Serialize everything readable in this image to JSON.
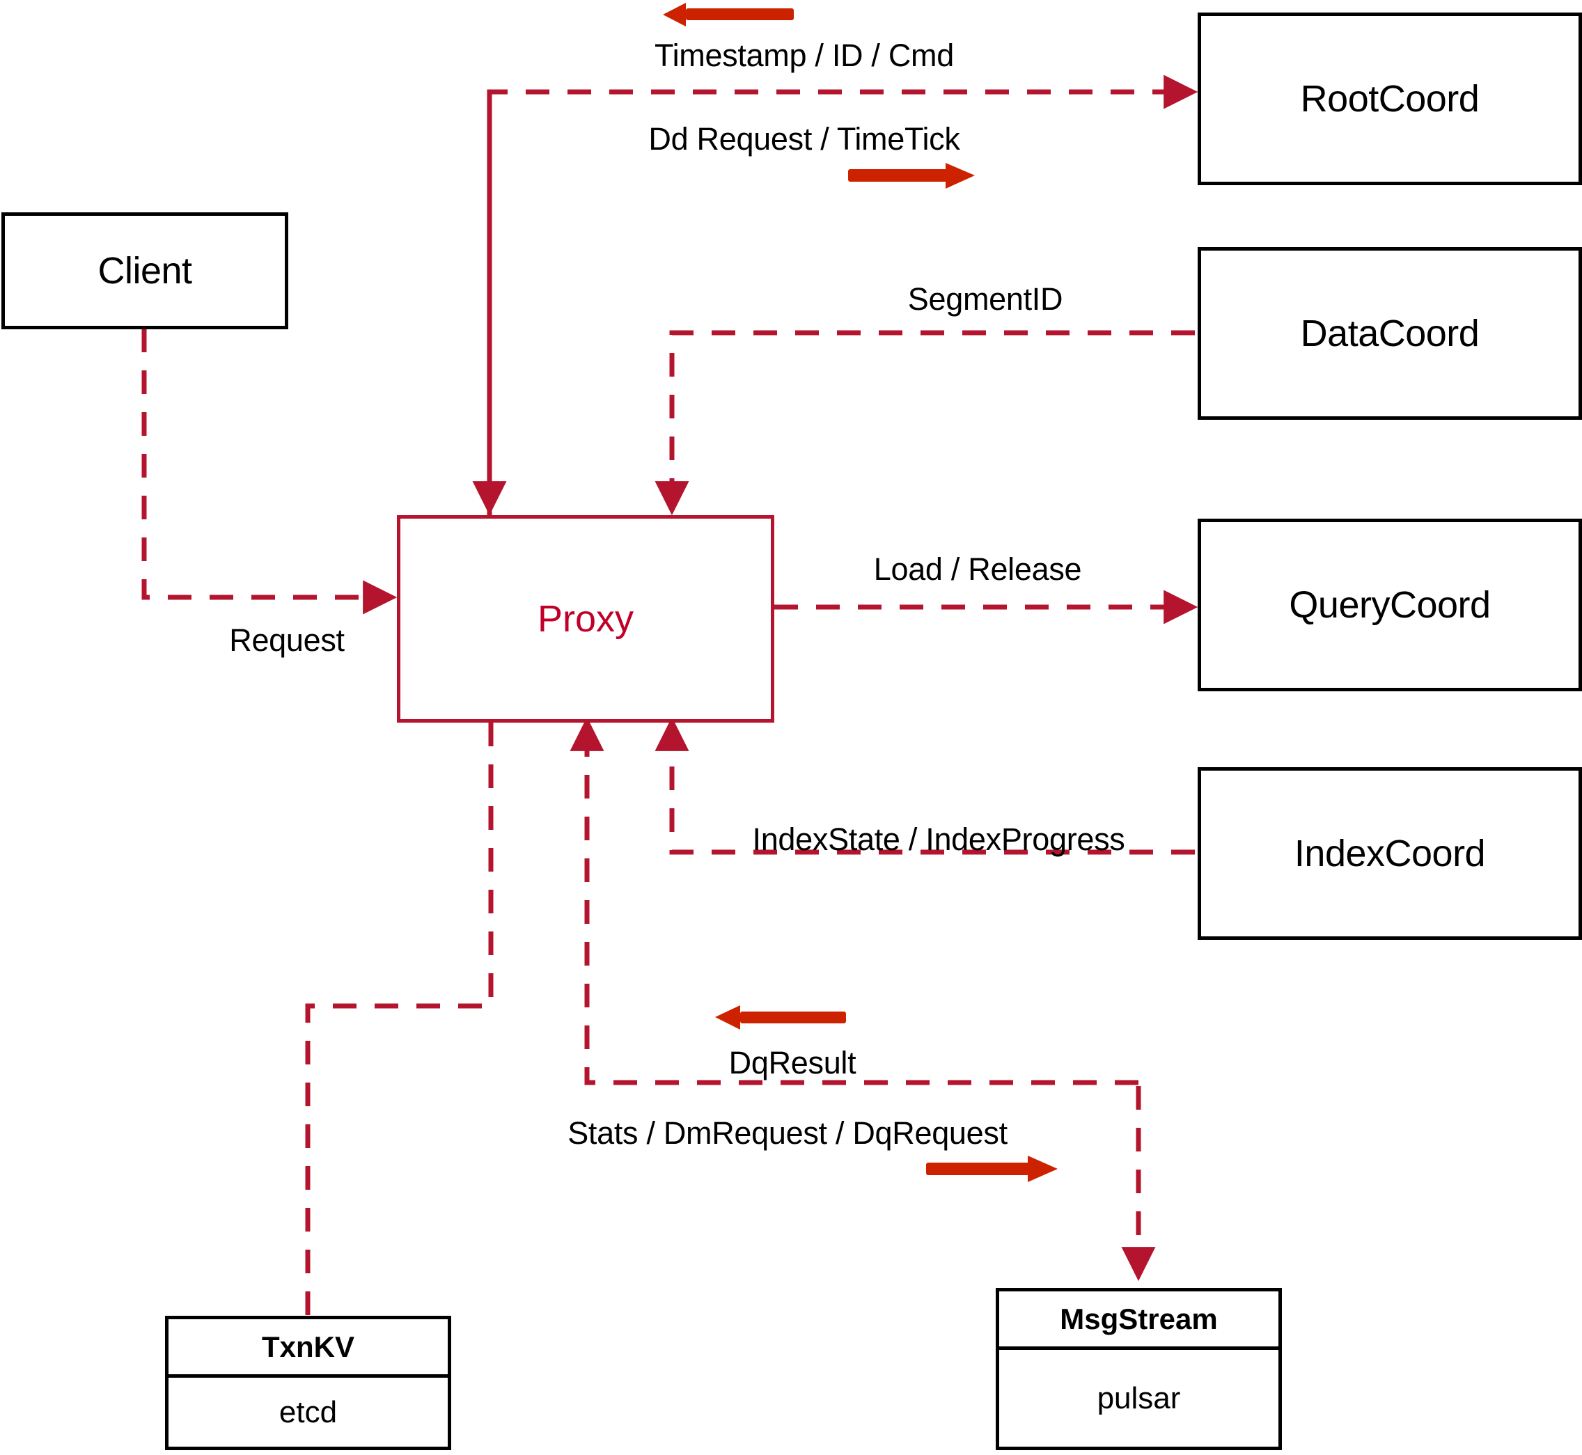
{
  "diagram": {
    "title": "Milvus Proxy Interaction Diagram",
    "colors": {
      "node_border": "#000000",
      "proxy_border": "#b4142e",
      "proxy_text": "#c00028",
      "dashed_edge": "#b4142e",
      "solid_arrow": "#cc2200",
      "background": "#ffffff"
    },
    "nodes": [
      {
        "id": "client",
        "label": "Client"
      },
      {
        "id": "proxy",
        "label": "Proxy"
      },
      {
        "id": "rootcoord",
        "label": "RootCoord"
      },
      {
        "id": "datacoord",
        "label": "DataCoord"
      },
      {
        "id": "querycoord",
        "label": "QueryCoord"
      },
      {
        "id": "indexcoord",
        "label": "IndexCoord"
      }
    ],
    "stores": [
      {
        "id": "txnkv",
        "header": "TxnKV",
        "body": "etcd"
      },
      {
        "id": "msgstream",
        "header": "MsgStream",
        "body": "pulsar"
      }
    ],
    "edge_labels": [
      {
        "id": "timestamp-id-cmd",
        "text": "Timestamp / ID / Cmd"
      },
      {
        "id": "dd-request-timetick",
        "text": "Dd Request / TimeTick"
      },
      {
        "id": "segmentid",
        "text": "SegmentID"
      },
      {
        "id": "load-release",
        "text": "Load / Release"
      },
      {
        "id": "request",
        "text": "Request"
      },
      {
        "id": "indexstate-indexprogress",
        "text": "IndexState / IndexProgress"
      },
      {
        "id": "dqresult",
        "text": "DqResult"
      },
      {
        "id": "stats-dmrequest-dqrequest",
        "text": "Stats / DmRequest / DqRequest"
      }
    ],
    "direction_arrows": [
      {
        "id": "arrow-timestamp-id-cmd",
        "direction": "left"
      },
      {
        "id": "arrow-dd-request",
        "direction": "right"
      },
      {
        "id": "arrow-dqresult",
        "direction": "left"
      },
      {
        "id": "arrow-stats-dmrequest",
        "direction": "right"
      }
    ]
  }
}
